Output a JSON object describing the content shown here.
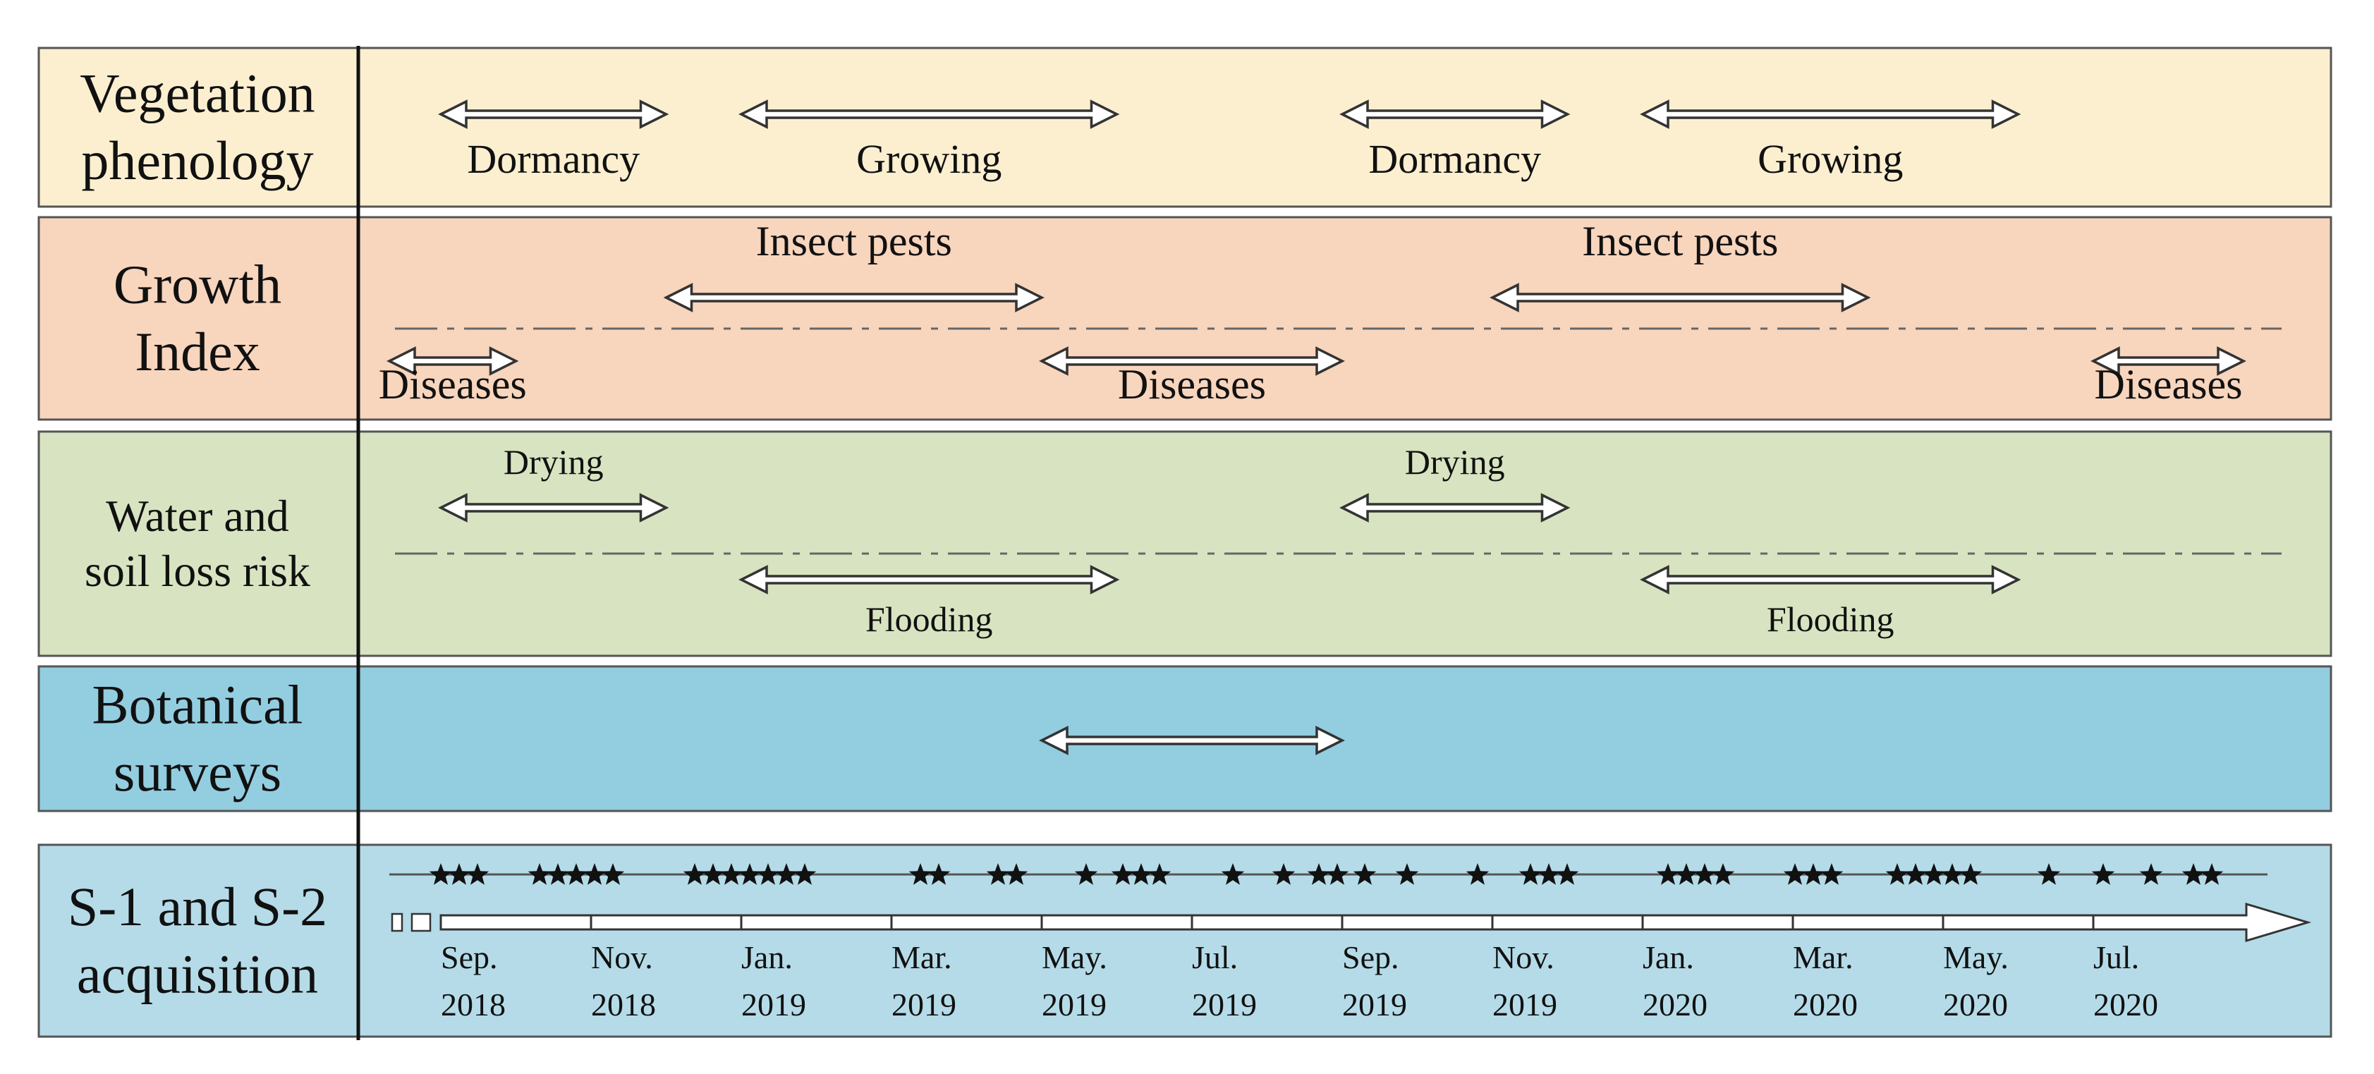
{
  "rows": [
    {
      "id": "vegetation",
      "label_lines": [
        "Vegetation",
        "phenology"
      ],
      "color": "#fcefd0",
      "arrows": [
        {
          "from": "2018-09",
          "to": "2018-12",
          "label": "Dormancy",
          "label_pos": "below"
        },
        {
          "from": "2019-01",
          "to": "2019-06",
          "label": "Growing",
          "label_pos": "below"
        },
        {
          "from": "2019-09",
          "to": "2019-12",
          "label": "Dormancy",
          "label_pos": "below"
        },
        {
          "from": "2020-01",
          "to": "2020-06",
          "label": "Growing",
          "label_pos": "below"
        }
      ]
    },
    {
      "id": "growth",
      "label_lines": [
        "Growth",
        "Index"
      ],
      "color": "#f8d5bd",
      "arrows": [
        {
          "from": "2018-12",
          "to": "2019-05",
          "label": "Insect pests",
          "label_pos": "above"
        },
        {
          "from": "2019-11",
          "to": "2020-04",
          "label": "Insect pests",
          "label_pos": "above"
        },
        {
          "from": "2018-08",
          "to": "2018-10",
          "label": "Diseases",
          "label_pos": "below"
        },
        {
          "from": "2019-05",
          "to": "2019-09",
          "label": "Diseases",
          "label_pos": "below"
        },
        {
          "from": "2020-07",
          "to": "2020-09",
          "label": "Diseases",
          "label_pos": "below"
        }
      ]
    },
    {
      "id": "water",
      "label_lines": [
        "Water and",
        "soil loss risk"
      ],
      "color": "#d8e4c1",
      "arrows": [
        {
          "from": "2018-09",
          "to": "2018-12",
          "label": "Drying",
          "label_pos": "above"
        },
        {
          "from": "2019-09",
          "to": "2019-12",
          "label": "Drying",
          "label_pos": "above"
        },
        {
          "from": "2019-01",
          "to": "2019-06",
          "label": "Flooding",
          "label_pos": "below"
        },
        {
          "from": "2020-01",
          "to": "2020-06",
          "label": "Flooding",
          "label_pos": "below"
        }
      ]
    },
    {
      "id": "botanical",
      "label_lines": [
        "Botanical",
        "surveys"
      ],
      "color": "#93cde0",
      "arrows": [
        {
          "from": "2019-05",
          "to": "2019-09",
          "label": "",
          "label_pos": "below"
        }
      ]
    },
    {
      "id": "acquisition",
      "label_lines": [
        "S-1 and S-2",
        "acquisition"
      ],
      "color": "#b5dbe8"
    }
  ],
  "timeline": {
    "ticks": [
      {
        "month": "Sep.",
        "year": "2018"
      },
      {
        "month": "Nov.",
        "year": "2018"
      },
      {
        "month": "Jan.",
        "year": "2019"
      },
      {
        "month": "Mar.",
        "year": "2019"
      },
      {
        "month": "May.",
        "year": "2019"
      },
      {
        "month": "Jul.",
        "year": "2019"
      },
      {
        "month": "Sep.",
        "year": "2019"
      },
      {
        "month": "Nov.",
        "year": "2019"
      },
      {
        "month": "Jan.",
        "year": "2020"
      },
      {
        "month": "Mar.",
        "year": "2020"
      },
      {
        "month": "May.",
        "year": "2020"
      },
      {
        "month": "Jul.",
        "year": "2020"
      }
    ],
    "acquisition_groups": [
      3,
      5,
      7,
      2,
      2,
      1,
      3,
      1,
      1,
      2,
      1,
      1,
      1,
      3,
      4,
      3,
      5,
      1,
      1,
      1,
      2
    ]
  },
  "colors": {
    "border": "#555555",
    "divider": "#111111",
    "arrow": "#333333",
    "dashed": "#666666",
    "text": "#111111"
  }
}
